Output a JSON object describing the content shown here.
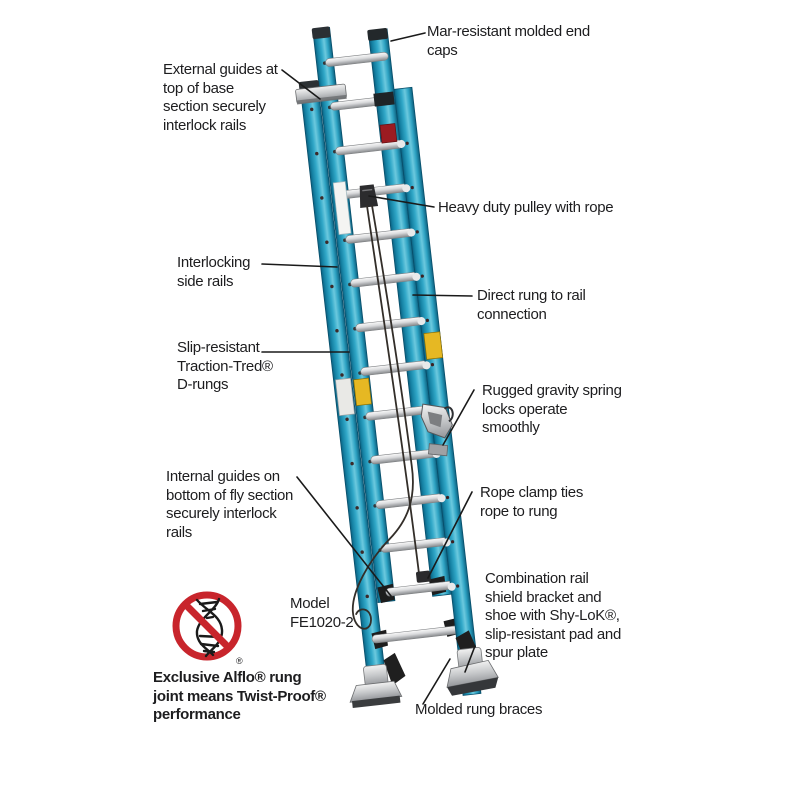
{
  "diagram": {
    "subject": "fiberglass extension ladder feature diagram",
    "model": {
      "label": "Model",
      "number": "FE1020-2"
    },
    "callouts": {
      "end_caps": {
        "lines": [
          "Mar-resistant molded end",
          "caps"
        ]
      },
      "external_guides": {
        "lines": [
          "External guides at",
          "top of base",
          "section securely",
          "interlock rails"
        ]
      },
      "pulley": {
        "lines": [
          "Heavy duty pulley with rope"
        ]
      },
      "side_rails": {
        "lines": [
          "Interlocking",
          "side rails"
        ]
      },
      "rung_connection": {
        "lines": [
          "Direct rung to rail",
          "connection"
        ]
      },
      "d_rungs": {
        "lines": [
          "Slip-resistant",
          "Traction-Tred®",
          "D-rungs"
        ]
      },
      "internal_guides": {
        "lines": [
          "Internal guides on",
          "bottom of fly section",
          "securely interlock",
          "rails"
        ]
      },
      "spring_locks": {
        "lines": [
          "Rugged gravity spring",
          "locks operate",
          "smoothly"
        ]
      },
      "rope_clamp": {
        "lines": [
          "Rope clamp ties",
          "rope to rung"
        ]
      },
      "combination_shoe": {
        "lines": [
          "Combination rail",
          "shield bracket and",
          "shoe with Shy-LoK®,",
          "slip-resistant pad and",
          "spur plate"
        ]
      },
      "rung_braces": {
        "lines": [
          "Molded rung braces"
        ]
      }
    },
    "footnote": {
      "lines": [
        "Exclusive Alflo® rung",
        "joint means Twist-Proof®",
        "performance"
      ]
    },
    "icons": {
      "no_twist_icon": "prohibition-circle-over-twisted-rung-joint",
      "registered_mark": "®"
    },
    "colors": {
      "rail_teal": "#2BA3C4",
      "rail_shadow": "#0B5F7E",
      "rung_silver": "#D9DADC",
      "warning_label_yellow": "#E6B823",
      "prohibition_red": "#C8252C",
      "text": "#1D1D1F",
      "background": "#FFFFFF"
    }
  }
}
